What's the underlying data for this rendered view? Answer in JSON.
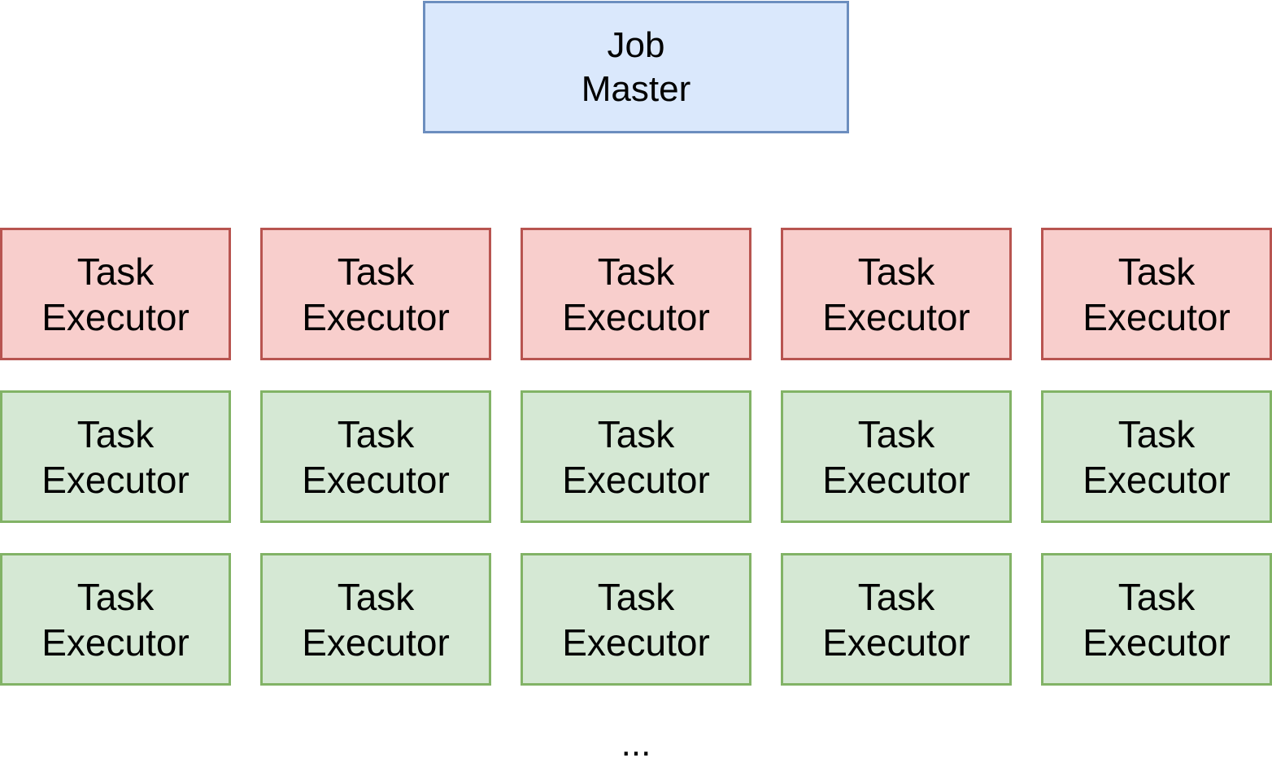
{
  "job_master": {
    "line1": "Job",
    "line2": "Master",
    "fill": "#dae8fc",
    "stroke": "#6c8ebf"
  },
  "executor_rows": [
    {
      "fill": "#f8cecc",
      "stroke": "#b85450",
      "items": [
        {
          "line1": "Task",
          "line2": "Executor"
        },
        {
          "line1": "Task",
          "line2": "Executor"
        },
        {
          "line1": "Task",
          "line2": "Executor"
        },
        {
          "line1": "Task",
          "line2": "Executor"
        },
        {
          "line1": "Task",
          "line2": "Executor"
        }
      ]
    },
    {
      "fill": "#d5e8d4",
      "stroke": "#82b366",
      "items": [
        {
          "line1": "Task",
          "line2": "Executor"
        },
        {
          "line1": "Task",
          "line2": "Executor"
        },
        {
          "line1": "Task",
          "line2": "Executor"
        },
        {
          "line1": "Task",
          "line2": "Executor"
        },
        {
          "line1": "Task",
          "line2": "Executor"
        }
      ]
    },
    {
      "fill": "#d5e8d4",
      "stroke": "#82b366",
      "items": [
        {
          "line1": "Task",
          "line2": "Executor"
        },
        {
          "line1": "Task",
          "line2": "Executor"
        },
        {
          "line1": "Task",
          "line2": "Executor"
        },
        {
          "line1": "Task",
          "line2": "Executor"
        },
        {
          "line1": "Task",
          "line2": "Executor"
        }
      ]
    }
  ],
  "continuation": "..."
}
